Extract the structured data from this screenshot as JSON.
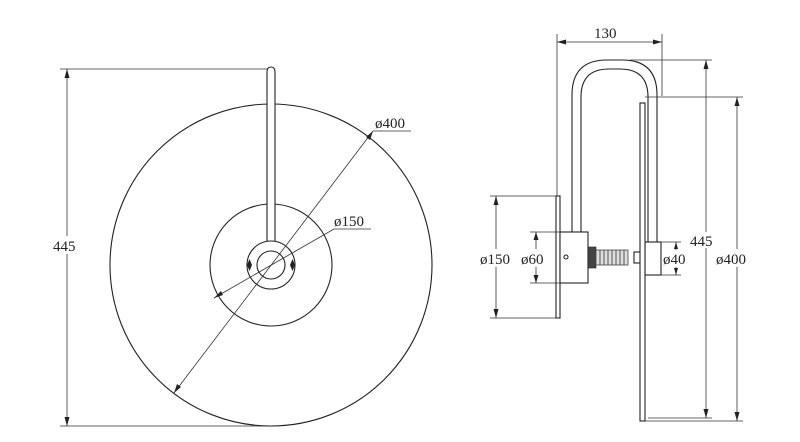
{
  "front_view": {
    "dimensions": {
      "height_label": "445",
      "outer_diameter_label": "ø400",
      "inner_diameter_label": "ø150"
    }
  },
  "side_view": {
    "dimensions": {
      "depth_label": "130",
      "height_label": "445",
      "outer_diameter_label": "ø400",
      "base_plate_label": "ø150",
      "canopy_label": "ø60",
      "tube_label": "ø40"
    }
  },
  "colors": {
    "line": "#222222",
    "background": "#ffffff"
  }
}
